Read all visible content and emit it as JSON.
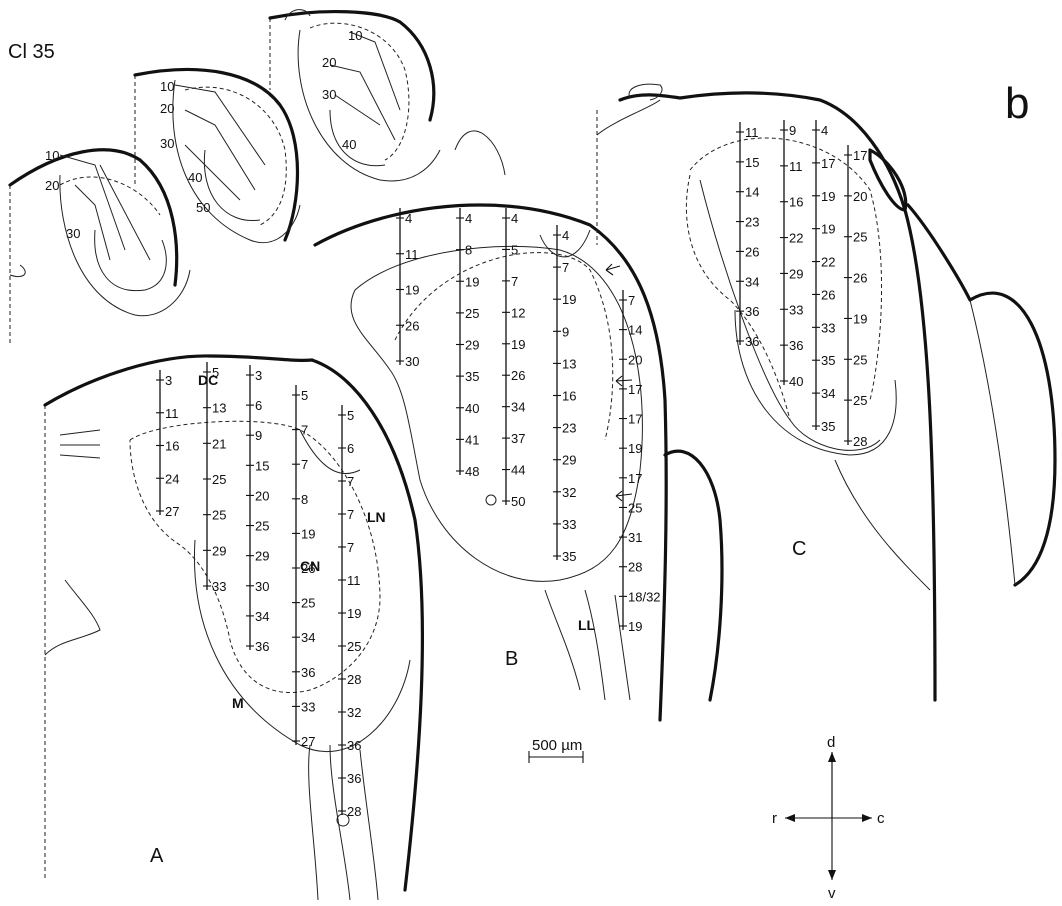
{
  "figure": {
    "id": "Cl 35",
    "panel_letter": "b",
    "sections": [
      "A",
      "B",
      "C"
    ],
    "regions": [
      "DC",
      "CN",
      "LN",
      "M",
      "LL"
    ],
    "scale_bar": "500 µm",
    "orientation": {
      "up": "d",
      "down": "v",
      "left": "r",
      "right": "c"
    }
  },
  "insets": [
    {
      "name": "inset-1",
      "labels": [
        "10",
        "20",
        "30"
      ]
    },
    {
      "name": "inset-2",
      "labels": [
        "10",
        "20",
        "30",
        "40",
        "50"
      ]
    },
    {
      "name": "inset-3",
      "labels": [
        "10",
        "20",
        "30",
        "40"
      ]
    }
  ],
  "sections": {
    "A": [
      {
        "labels": [
          "3",
          "11",
          "16",
          "24",
          "27"
        ]
      },
      {
        "labels": [
          "5",
          "13",
          "21",
          "25",
          "25",
          "29",
          "33"
        ]
      },
      {
        "labels": [
          "3",
          "6",
          "9",
          "15",
          "20",
          "25",
          "29",
          "30",
          "34",
          "36"
        ]
      },
      {
        "labels": [
          "5",
          "7",
          "7",
          "8",
          "19",
          "26",
          "25",
          "34",
          "36",
          "33",
          "27"
        ]
      },
      {
        "labels": [
          "5",
          "6",
          "7",
          "7",
          "7",
          "11",
          "19",
          "25",
          "28",
          "32",
          "36",
          "36",
          "28"
        ]
      }
    ],
    "B": [
      {
        "labels": [
          "4",
          "11",
          "19",
          "26",
          "30"
        ]
      },
      {
        "labels": [
          "4",
          "8",
          "19",
          "25",
          "29",
          "35",
          "40",
          "41",
          "48"
        ]
      },
      {
        "labels": [
          "4",
          "5",
          "7",
          "12",
          "19",
          "26",
          "34",
          "37",
          "44",
          "50"
        ]
      },
      {
        "labels": [
          "4",
          "7",
          "19",
          "9",
          "13",
          "16",
          "23",
          "29",
          "32",
          "33",
          "35"
        ]
      },
      {
        "labels": [
          "7",
          "14",
          "20",
          "17",
          "17",
          "19",
          "17",
          "25",
          "31",
          "28",
          "18/32",
          "19"
        ]
      }
    ],
    "C": [
      {
        "labels": [
          "11",
          "15",
          "14",
          "23",
          "26",
          "34",
          "36",
          "36"
        ]
      },
      {
        "labels": [
          "9",
          "11",
          "16",
          "22",
          "29",
          "33",
          "36",
          "40"
        ]
      },
      {
        "labels": [
          "4",
          "17",
          "19",
          "19",
          "22",
          "26",
          "33",
          "35",
          "34",
          "35"
        ]
      },
      {
        "labels": [
          "17",
          "20",
          "25",
          "26",
          "19",
          "25",
          "25",
          "28"
        ]
      }
    ]
  }
}
